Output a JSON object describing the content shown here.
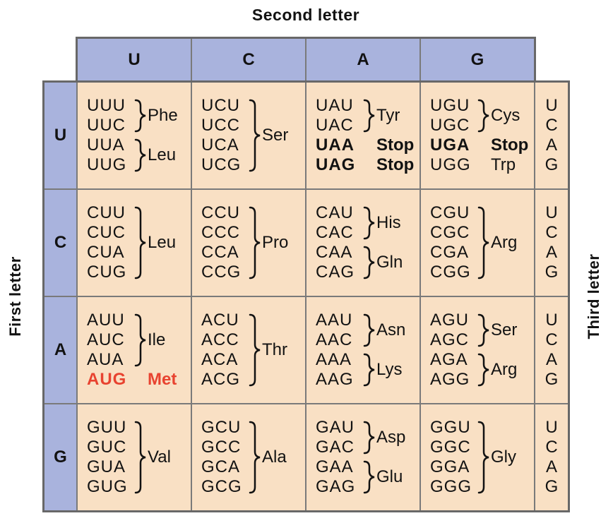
{
  "title": "Second letter",
  "axes": {
    "left_label": "First letter",
    "right_label": "Third letter"
  },
  "second_letters": [
    "U",
    "C",
    "A",
    "G"
  ],
  "third_letters": [
    "U",
    "C",
    "A",
    "G"
  ],
  "colors": {
    "header_bg": "#a9b3dd",
    "cell_bg": "#f9e0c4",
    "grid_line": "#7a7a7a",
    "outer_border": "#686868",
    "text": "#121212",
    "highlight_red": "#e84330"
  },
  "rows": [
    {
      "letter": "U",
      "cells": [
        {
          "groups": [
            {
              "type": "brace",
              "codons": [
                "UUU",
                "UUC"
              ],
              "amino": "Phe",
              "style": "normal"
            },
            {
              "type": "brace",
              "codons": [
                "UUA",
                "UUG"
              ],
              "amino": "Leu",
              "style": "normal"
            }
          ]
        },
        {
          "groups": [
            {
              "type": "brace",
              "codons": [
                "UCU",
                "UCC",
                "UCA",
                "UCG"
              ],
              "amino": "Ser",
              "style": "normal"
            }
          ]
        },
        {
          "groups": [
            {
              "type": "brace",
              "codons": [
                "UAU",
                "UAC"
              ],
              "amino": "Tyr",
              "style": "normal"
            },
            {
              "type": "inline",
              "lines": [
                {
                  "codon": "UAA",
                  "amino": "Stop",
                  "style": "bold"
                },
                {
                  "codon": "UAG",
                  "amino": "Stop",
                  "style": "bold"
                }
              ]
            }
          ]
        },
        {
          "groups": [
            {
              "type": "brace",
              "codons": [
                "UGU",
                "UGC"
              ],
              "amino": "Cys",
              "style": "normal"
            },
            {
              "type": "inline",
              "lines": [
                {
                  "codon": "UGA",
                  "amino": "Stop",
                  "style": "bold"
                },
                {
                  "codon": "UGG",
                  "amino": "Trp",
                  "style": "normal"
                }
              ]
            }
          ]
        }
      ]
    },
    {
      "letter": "C",
      "cells": [
        {
          "groups": [
            {
              "type": "brace",
              "codons": [
                "CUU",
                "CUC",
                "CUA",
                "CUG"
              ],
              "amino": "Leu",
              "style": "normal"
            }
          ]
        },
        {
          "groups": [
            {
              "type": "brace",
              "codons": [
                "CCU",
                "CCC",
                "CCA",
                "CCG"
              ],
              "amino": "Pro",
              "style": "normal"
            }
          ]
        },
        {
          "groups": [
            {
              "type": "brace",
              "codons": [
                "CAU",
                "CAC"
              ],
              "amino": "His",
              "style": "normal"
            },
            {
              "type": "brace",
              "codons": [
                "CAA",
                "CAG"
              ],
              "amino": "Gln",
              "style": "normal"
            }
          ]
        },
        {
          "groups": [
            {
              "type": "brace",
              "codons": [
                "CGU",
                "CGC",
                "CGA",
                "CGG"
              ],
              "amino": "Arg",
              "style": "normal"
            }
          ]
        }
      ]
    },
    {
      "letter": "A",
      "cells": [
        {
          "groups": [
            {
              "type": "brace",
              "codons": [
                "AUU",
                "AUC",
                "AUA"
              ],
              "amino": "Ile",
              "style": "normal"
            },
            {
              "type": "inline",
              "lines": [
                {
                  "codon": "AUG",
                  "amino": "Met",
                  "style": "red"
                }
              ]
            }
          ]
        },
        {
          "groups": [
            {
              "type": "brace",
              "codons": [
                "ACU",
                "ACC",
                "ACA",
                "ACG"
              ],
              "amino": "Thr",
              "style": "normal"
            }
          ]
        },
        {
          "groups": [
            {
              "type": "brace",
              "codons": [
                "AAU",
                "AAC"
              ],
              "amino": "Asn",
              "style": "normal"
            },
            {
              "type": "brace",
              "codons": [
                "AAA",
                "AAG"
              ],
              "amino": "Lys",
              "style": "normal"
            }
          ]
        },
        {
          "groups": [
            {
              "type": "brace",
              "codons": [
                "AGU",
                "AGC"
              ],
              "amino": "Ser",
              "style": "normal"
            },
            {
              "type": "brace",
              "codons": [
                "AGA",
                "AGG"
              ],
              "amino": "Arg",
              "style": "normal"
            }
          ]
        }
      ]
    },
    {
      "letter": "G",
      "cells": [
        {
          "groups": [
            {
              "type": "brace",
              "codons": [
                "GUU",
                "GUC",
                "GUA",
                "GUG"
              ],
              "amino": "Val",
              "style": "normal"
            }
          ]
        },
        {
          "groups": [
            {
              "type": "brace",
              "codons": [
                "GCU",
                "GCC",
                "GCA",
                "GCG"
              ],
              "amino": "Ala",
              "style": "normal"
            }
          ]
        },
        {
          "groups": [
            {
              "type": "brace",
              "codons": [
                "GAU",
                "GAC"
              ],
              "amino": "Asp",
              "style": "normal"
            },
            {
              "type": "brace",
              "codons": [
                "GAA",
                "GAG"
              ],
              "amino": "Glu",
              "style": "normal"
            }
          ]
        },
        {
          "groups": [
            {
              "type": "brace",
              "codons": [
                "GGU",
                "GGC",
                "GGA",
                "GGG"
              ],
              "amino": "Gly",
              "style": "normal"
            }
          ]
        }
      ]
    }
  ]
}
